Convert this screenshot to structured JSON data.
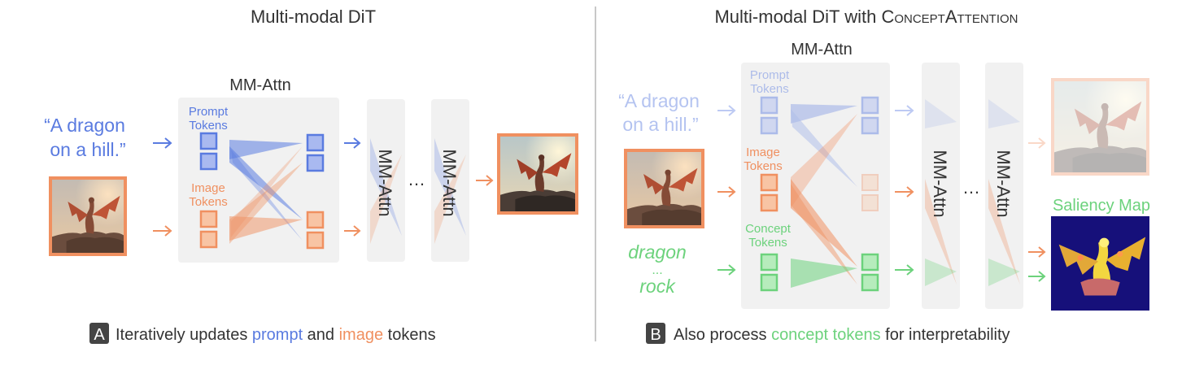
{
  "left": {
    "title": "Multi-modal DiT",
    "mm_attn_label": "MM-Attn",
    "prompt_lines": [
      "“A dragon",
      "on a hill.”"
    ],
    "prompt_tokens_label": [
      "Prompt",
      "Tokens"
    ],
    "image_tokens_label": [
      "Image",
      "Tokens"
    ],
    "layer_label": "MM-Attn",
    "ellipsis": "…",
    "caption": {
      "badge": "A",
      "part1": "Iteratively updates ",
      "prompt_word": "prompt",
      "part2": " and ",
      "image_word": "image",
      "part3": " tokens"
    }
  },
  "right": {
    "title_main": "Multi-modal DiT with ",
    "title_concept": "ConceptAttention",
    "mm_attn_label": "MM-Attn",
    "prompt_lines": [
      "“A dragon",
      "on a hill.”"
    ],
    "prompt_tokens_label": [
      "Prompt",
      "Tokens"
    ],
    "image_tokens_label": [
      "Image",
      "Tokens"
    ],
    "concept_tokens_label": [
      "Concept",
      "Tokens"
    ],
    "concept_words": [
      "dragon",
      "...",
      "rock"
    ],
    "layer_label": "MM-Attn",
    "ellipsis": "…",
    "saliency_label": "Saliency Map",
    "caption": {
      "badge": "B",
      "part1": "Also process ",
      "concept_word": "concept tokens",
      "part2": " for interpretability"
    }
  },
  "colors": {
    "prompt": "#5a7be0",
    "image": "#f09060",
    "concept": "#6cd27c",
    "panel": "#f1f1f1",
    "text": "#333333",
    "divider": "#c8c8c8"
  }
}
